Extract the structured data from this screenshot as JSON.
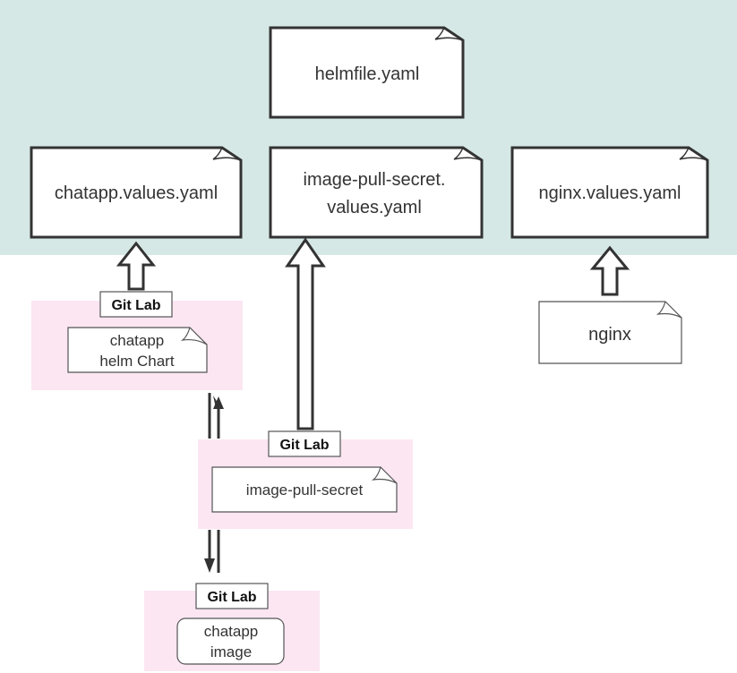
{
  "files": {
    "helmfile": "helmfile.yaml",
    "chatapp_values": "chatapp.values.yaml",
    "pull_secret_values_line1": "image-pull-secret.",
    "pull_secret_values_line2": "values.yaml",
    "nginx_values": "nginx.values.yaml",
    "nginx": "nginx"
  },
  "gitlab_groups": {
    "chart": {
      "label": "Git Lab",
      "item_line1": "chatapp",
      "item_line2": "helm Chart"
    },
    "secret": {
      "label": "Git Lab",
      "item": "image-pull-secret"
    },
    "image": {
      "label": "Git Lab",
      "item_line1": "chatapp",
      "item_line2": "image"
    }
  },
  "colors": {
    "top_region": "#d5e8e5",
    "gitlab_region": "#fbe6f2",
    "stroke": "#333333"
  }
}
